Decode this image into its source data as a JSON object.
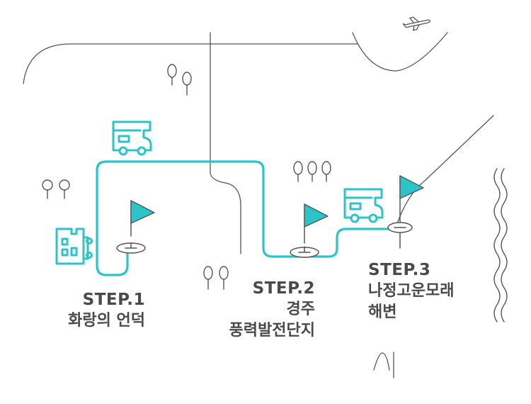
{
  "colors": {
    "route": "#2cc3c9",
    "line": "#555555",
    "text": "#4a4a4a"
  },
  "icons": [
    "airplane-icon",
    "tree-icon",
    "camper-van-icon",
    "flag-icon",
    "building-icon",
    "wave-icon",
    "hill-icon"
  ],
  "steps": [
    {
      "step": "STEP.1",
      "name_lines": [
        "화랑의 언덕"
      ]
    },
    {
      "step": "STEP.2",
      "name_lines": [
        "경주",
        "풍력발전단지"
      ]
    },
    {
      "step": "STEP.3",
      "name_lines": [
        "나정고운모래",
        "해변"
      ]
    }
  ]
}
